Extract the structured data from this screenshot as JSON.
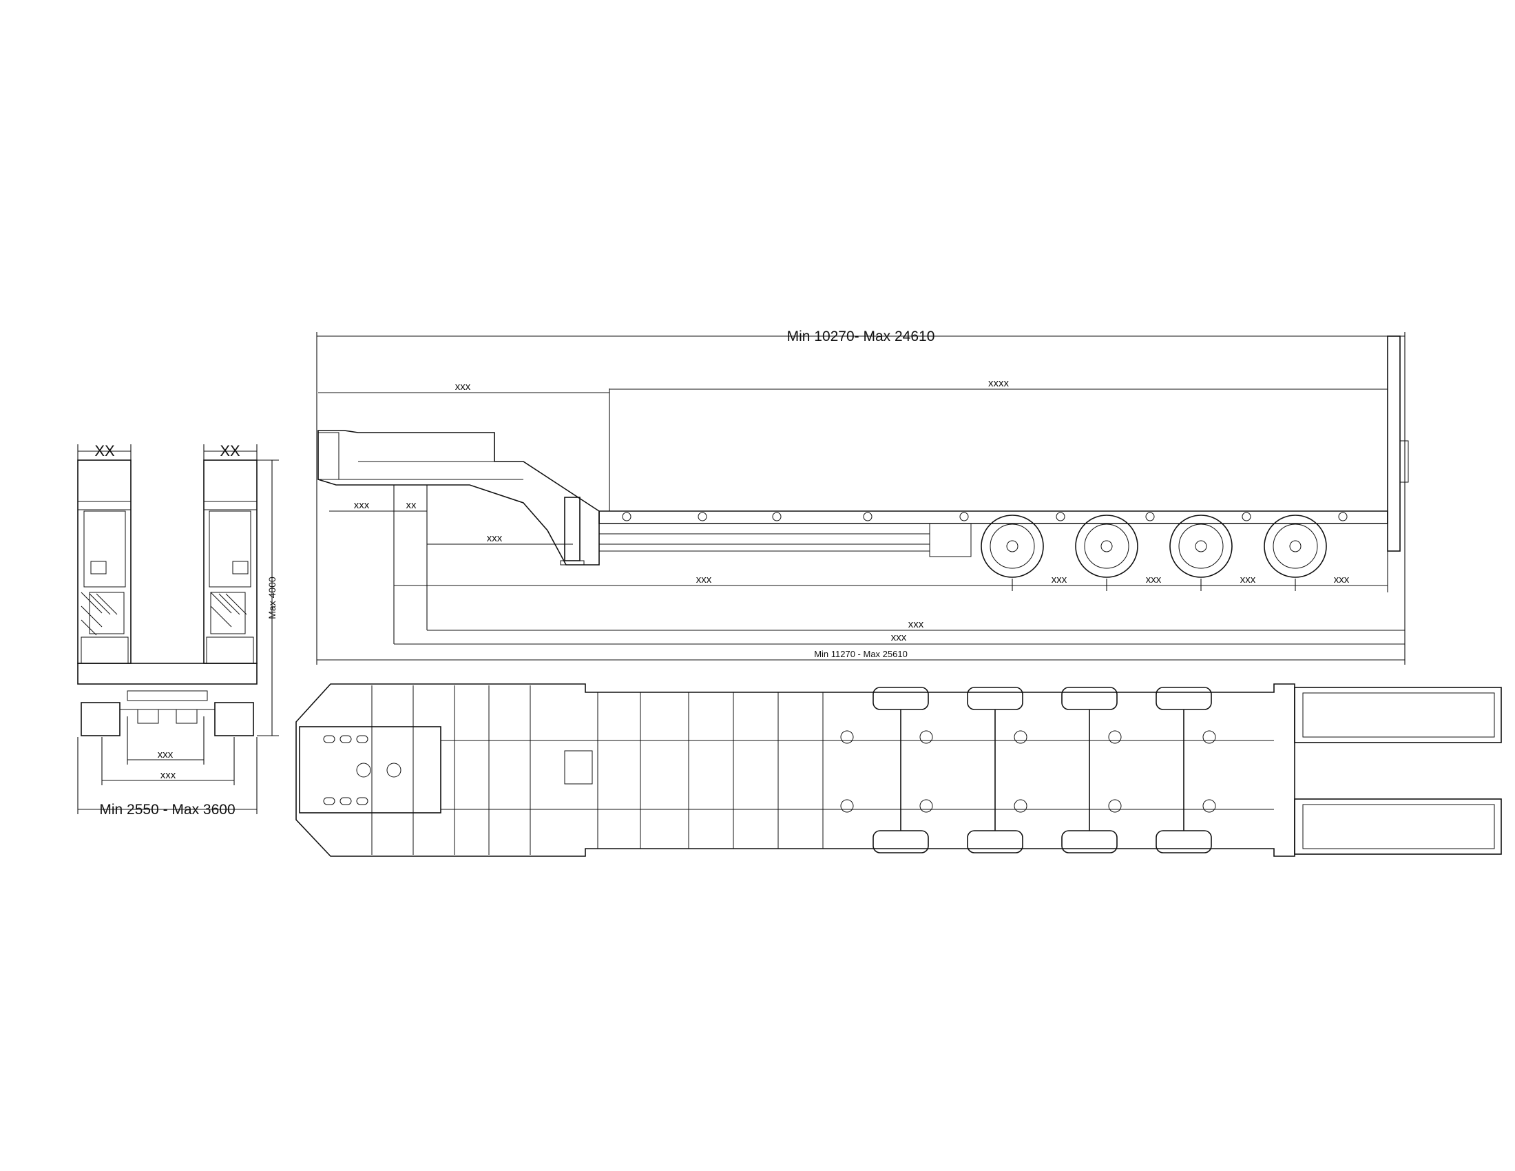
{
  "front_view": {
    "width_top_left": "XX",
    "width_top_right": "XX",
    "height": "Max 4000",
    "inner_width": "xxx",
    "outer_width": "xxx",
    "overall_width": "Min 2550 - Max 3600"
  },
  "side_view": {
    "overall_length": "Min 10270-  Max 24610",
    "gooseneck_length": "xxx",
    "deck_length": "xxxx",
    "kingpin_offset": "xxx",
    "kingpin_to_leg": "xx",
    "leg_distance": "xxx",
    "to_first_axle": "xxx",
    "axle_spacing": [
      "xxx",
      "xxx",
      "xxx",
      "xxx"
    ],
    "length_a": "xxx",
    "length_b": "xxx",
    "overall_length_lower": "Min 11270 - Max 25610"
  },
  "colors": {
    "line": "#111111",
    "background": "#ffffff"
  }
}
